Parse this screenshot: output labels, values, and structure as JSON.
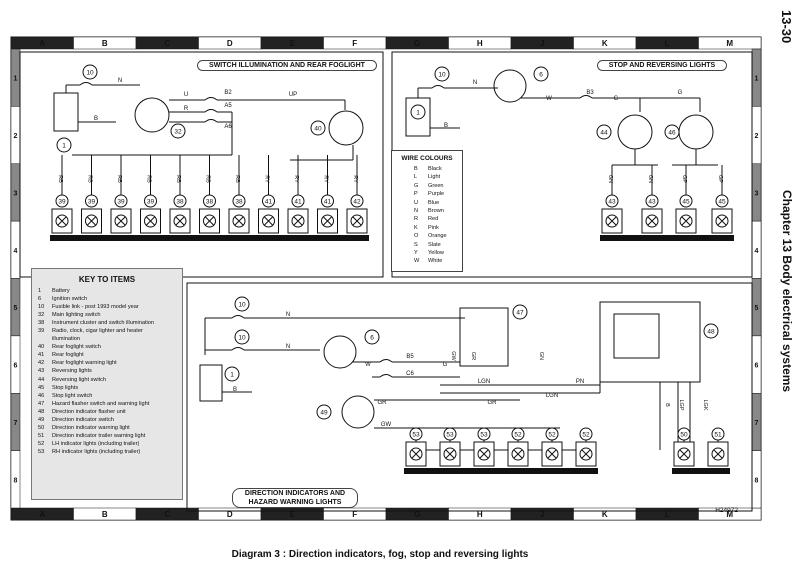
{
  "page_number": "13-30",
  "chapter_heading": "Chapter 13 Body electrical systems",
  "caption": "Diagram 3 : Direction indicators, fog, stop and reversing lights",
  "reference": "H24972",
  "grid": {
    "columns": [
      "A",
      "B",
      "C",
      "D",
      "E",
      "F",
      "G",
      "H",
      "J",
      "K",
      "L",
      "M"
    ],
    "rows": [
      "1",
      "2",
      "3",
      "4",
      "5",
      "6",
      "7",
      "8"
    ]
  },
  "sections": {
    "switch_illumination": "SWITCH ILLUMINATION AND REAR FOGLIGHT",
    "stop_reversing": "STOP AND REVERSING LIGHTS",
    "direction_indicators_line1": "DIRECTION INDICATORS AND",
    "direction_indicators_line2": "HAZARD WARNING LIGHTS"
  },
  "key_to_items": {
    "title": "KEY TO ITEMS",
    "items": [
      {
        "num": "1",
        "text": "Battery"
      },
      {
        "num": "6",
        "text": "Ignition switch"
      },
      {
        "num": "10",
        "text": "Fusible link - post 1993 model year"
      },
      {
        "num": "32",
        "text": "Main lighting switch"
      },
      {
        "num": "38",
        "text": "Instrument cluster and switch illumination"
      },
      {
        "num": "39",
        "text": "Radio, clock, cigar lighter and heater"
      },
      {
        "num": "",
        "text": "illumination"
      },
      {
        "num": "40",
        "text": "Rear foglight switch"
      },
      {
        "num": "41",
        "text": "Rear foglight"
      },
      {
        "num": "42",
        "text": "Rear foglight warning light"
      },
      {
        "num": "43",
        "text": "Reversing lights"
      },
      {
        "num": "44",
        "text": "Reversing light switch"
      },
      {
        "num": "45",
        "text": "Stop lights"
      },
      {
        "num": "46",
        "text": "Stop light switch"
      },
      {
        "num": "47",
        "text": "Hazard flasher switch and warning light"
      },
      {
        "num": "48",
        "text": "Direction indicator flasher unit"
      },
      {
        "num": "49",
        "text": "Direction indicator switch"
      },
      {
        "num": "50",
        "text": "Direction indicator warning light"
      },
      {
        "num": "51",
        "text": "Direction indicator trailer warning light"
      },
      {
        "num": "52",
        "text": "LH indicator lights (including trailer)"
      },
      {
        "num": "53",
        "text": "RH indicator lights (including trailer)"
      }
    ]
  },
  "wire_colours": {
    "title": "WIRE COLOURS",
    "items": [
      {
        "code": "B",
        "name": "Black"
      },
      {
        "code": "L",
        "name": "Light"
      },
      {
        "code": "G",
        "name": "Green"
      },
      {
        "code": "P",
        "name": "Purple"
      },
      {
        "code": "U",
        "name": "Blue"
      },
      {
        "code": "N",
        "name": "Brown"
      },
      {
        "code": "R",
        "name": "Red"
      },
      {
        "code": "K",
        "name": "Pink"
      },
      {
        "code": "O",
        "name": "Orange"
      },
      {
        "code": "S",
        "name": "Slate"
      },
      {
        "code": "Y",
        "name": "Yellow"
      },
      {
        "code": "W",
        "name": "White"
      }
    ]
  },
  "top_left": {
    "bulb_labels": [
      "39",
      "39",
      "39",
      "39",
      "38",
      "38",
      "38",
      "41",
      "41",
      "41",
      "42"
    ],
    "wire_labels": [
      "RB",
      "RB",
      "RB",
      "RB",
      "RB",
      "RB",
      "RB",
      "RY",
      "RY",
      "RY",
      "RY"
    ],
    "component_labels": {
      "fuse": "10",
      "battery": "1",
      "switch": "32",
      "fog_switch": "40"
    },
    "wire_text": {
      "n": "N",
      "u": "U",
      "r": "R",
      "b": "B",
      "up": "UP",
      "b2": "B2",
      "a5": "A5",
      "a6": "A6"
    }
  },
  "top_right": {
    "bulb_labels": [
      "43",
      "43",
      "45",
      "45"
    ],
    "wire_labels": [
      "GN",
      "GN",
      "GP",
      "GP"
    ],
    "component_labels": {
      "fuse": "10",
      "battery": "1",
      "ignition": "6",
      "rev_switch": "44",
      "stop_switch": "46"
    },
    "wire_text": {
      "n": "N",
      "w": "W",
      "b3": "B3",
      "g1": "G",
      "g2": "G",
      "b": "B"
    }
  },
  "bottom": {
    "bulb_labels": [
      "53",
      "53",
      "53",
      "52",
      "52",
      "52",
      "50",
      "51"
    ],
    "component_labels": {
      "fuse1": "10",
      "fuse2": "10",
      "battery": "1",
      "ignition": "6",
      "hazard": "47",
      "flasher": "48",
      "ind_switch": "49"
    },
    "wire_text": {
      "n1": "N",
      "n2": "N",
      "b": "B",
      "w": "W",
      "g": "G",
      "b5": "B5",
      "c6": "C6",
      "lgn1": "LGN",
      "lgn2": "LGN",
      "pn": "PN",
      "gr1": "GR",
      "gr2": "GR",
      "gw": "GW",
      "gr_v": "GR",
      "gw_v": "GW",
      "gn_v": "GN",
      "lgp": "LGP",
      "lgk": "LGK",
      "b_v": "B"
    }
  }
}
